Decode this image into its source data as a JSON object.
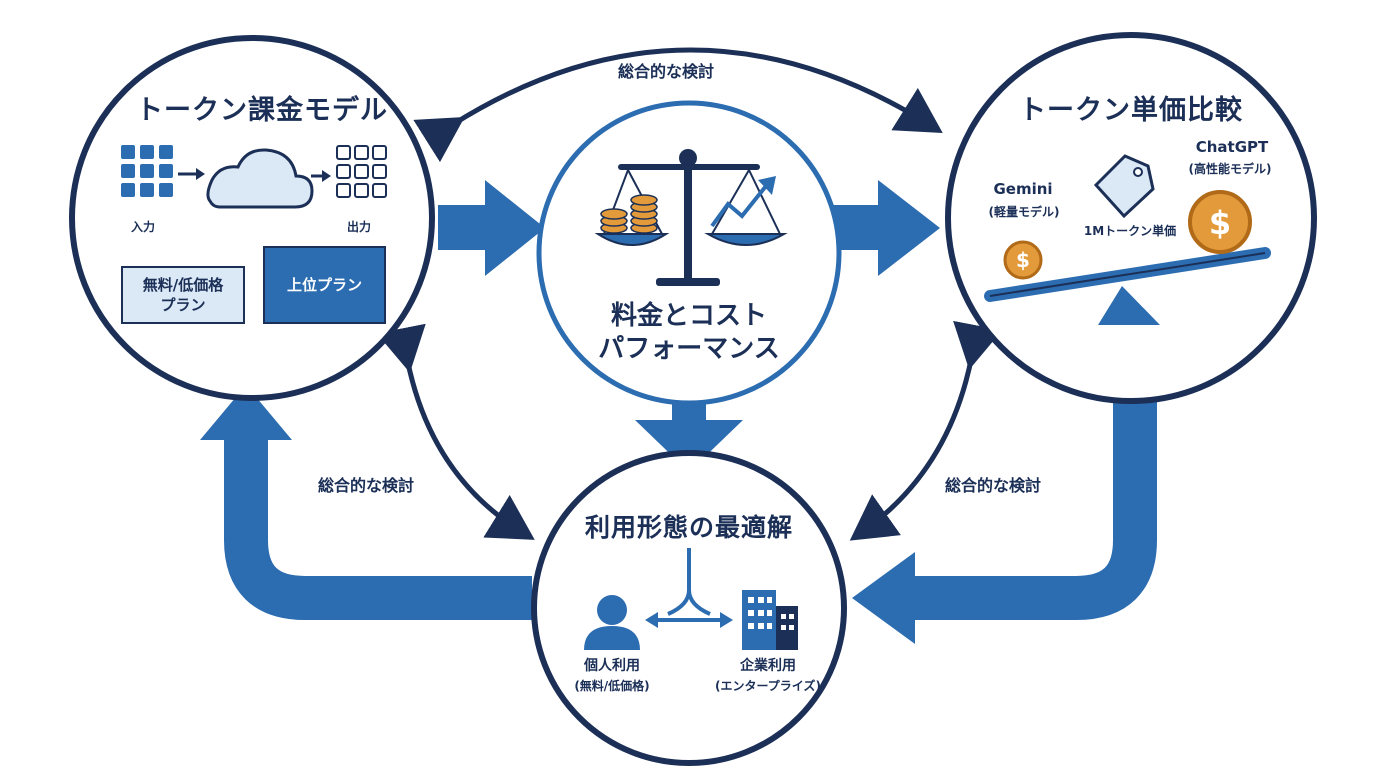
{
  "edges": {
    "top": "総合的な検討",
    "left": "総合的な検討",
    "right": "総合的な検討"
  },
  "token_billing": {
    "title": "トークン課金モデル",
    "input_label": "入力",
    "output_label": "出力",
    "free_plan": "無料/低価格\nプラン",
    "upper_plan": "上位プラン"
  },
  "cost_performance": {
    "title": "料金とコスト\nパフォーマンス"
  },
  "unit_price": {
    "title": "トークン単価比較",
    "gemini": "Gemini",
    "gemini_note": "(軽量モデル)",
    "chatgpt": "ChatGPT",
    "chatgpt_note": "(高性能モデル)",
    "unit": "1Mトークン単価"
  },
  "usage": {
    "title": "利用形態の最適解",
    "personal": "個人利用",
    "personal_note": "(無料/低価格)",
    "enterprise": "企業利用",
    "enterprise_note": "(エンタープライズ)"
  },
  "colors": {
    "navy": "#1b2f57",
    "blue": "#2c6cb0",
    "light_blue": "#dbe8f6",
    "coin": "#e39a3a"
  },
  "icons": [
    "token-grid-icon",
    "cloud-icon",
    "balance-scale-icon",
    "coin-stack-icon",
    "trend-up-icon",
    "price-tag-icon",
    "dollar-coin-icon",
    "seesaw-icon",
    "person-icon",
    "building-icon",
    "split-arrow-icon"
  ]
}
